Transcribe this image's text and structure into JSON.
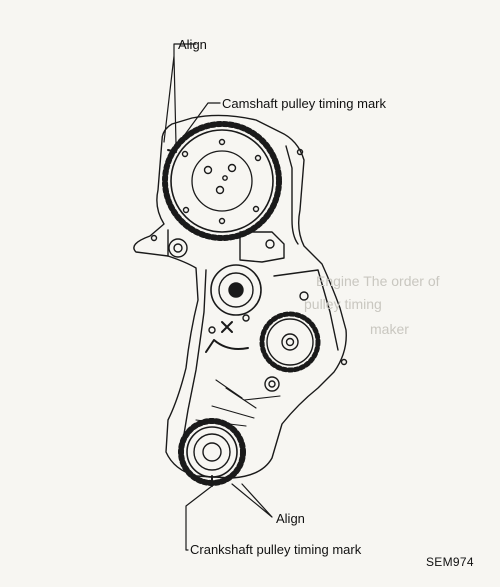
{
  "labels": {
    "align_top": "Align",
    "camshaft_mark": "Camshaft pulley timing mark",
    "align_bottom": "Align",
    "crankshaft_mark": "Crankshaft pulley timing mark",
    "figure_code": "SEM974"
  },
  "bleed_through": {
    "line1": "Engine The order of",
    "line2": "pulley timing",
    "line3": "maker"
  },
  "colors": {
    "ink": "#111111",
    "paper": "#f7f6f2",
    "faded_ink": "#c9c7c0"
  }
}
